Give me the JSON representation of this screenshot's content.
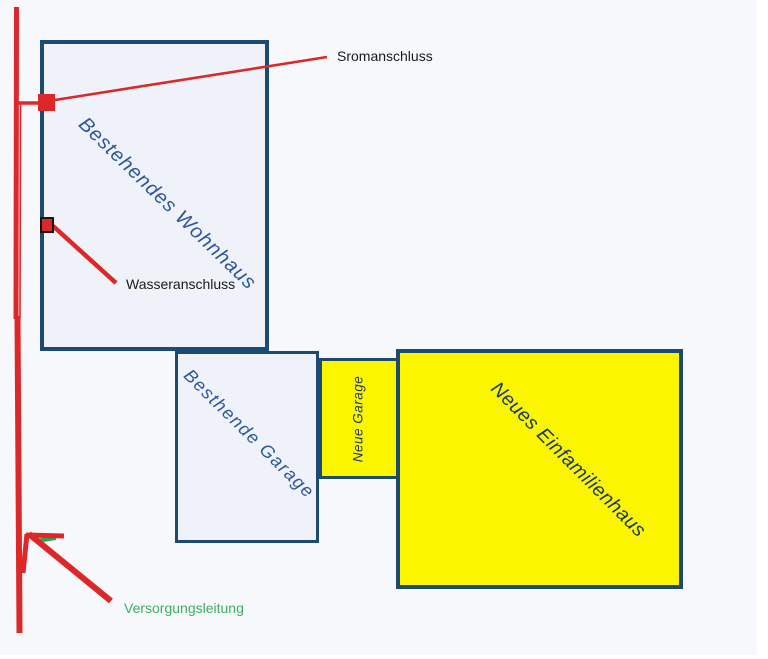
{
  "buildings": {
    "wohnhaus": {
      "label": "Bestehendes Wohnhaus",
      "status": "existing",
      "fill": "#F0F2FA"
    },
    "garage_alt": {
      "label": "Besthende Garage",
      "status": "existing",
      "fill": "#F0F2FA"
    },
    "garage_neu": {
      "label": "Neue Garage",
      "status": "new",
      "fill": "#FBF500"
    },
    "einfamilienhaus": {
      "label": "Neues Einfamilienhaus",
      "status": "new",
      "fill": "#FBF500"
    }
  },
  "annotations": {
    "strom": {
      "label": "Sromanschluss",
      "marker": "red-square"
    },
    "wasser": {
      "label": "Wasseranschluss",
      "marker": "red-square-black-border"
    },
    "versorgung": {
      "label": "Versorgungsleitung",
      "marker": "red-arrow-to-line"
    }
  },
  "colors": {
    "outline": "#1C4A70",
    "existing_fill": "#F0F2FA",
    "new_fill": "#FBF500",
    "utility_line_red": "#DC2828",
    "versorgung_green": "#3FAE5E",
    "existing_label_blue": "#2B579A",
    "new_label_navy": "#17375E",
    "annotation_text": "#1A1A1A",
    "sheet_background": "#F6F8FC"
  }
}
